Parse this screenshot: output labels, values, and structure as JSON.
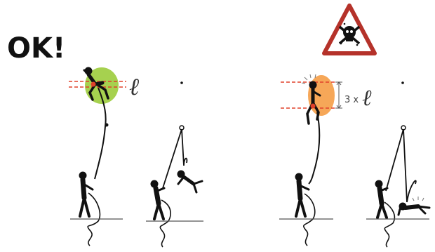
{
  "labels": {
    "ok": "OK!",
    "length_symbol": "ℓ",
    "multiplier": "3 x",
    "multiplier_symbol": "ℓ"
  },
  "icons": {
    "warning": "skull-and-crossbones-warning-icon"
  },
  "colors": {
    "ink": "#111111",
    "safe_zone": "#9ccc3c",
    "danger_zone": "#f5a04a",
    "dashed_marker": "#e0402a",
    "warning_border": "#b5322a",
    "ground": "#555555"
  }
}
